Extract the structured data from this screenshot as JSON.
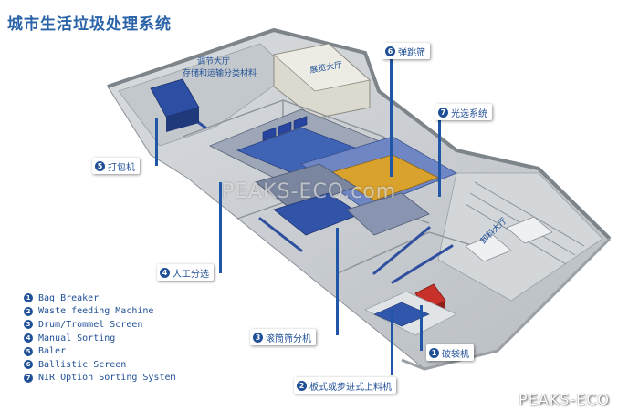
{
  "title": "城市生活垃圾处理系统",
  "zones": {
    "adjust_hall_line1": "调节大厅",
    "adjust_hall_line2": "存储和运输分类材料",
    "exhibition_hall": "展览大厅",
    "unloading_hall": "卸料大厅"
  },
  "callouts": [
    {
      "num": "6",
      "label": "弹跳筛"
    },
    {
      "num": "7",
      "label": "光选系统"
    },
    {
      "num": "5",
      "label": "打包机"
    },
    {
      "num": "4",
      "label": "人工分选"
    },
    {
      "num": "3",
      "label": "滚筒筛分机"
    },
    {
      "num": "1",
      "label": "破袋机"
    },
    {
      "num": "2",
      "label": "板式或步进式上料机"
    }
  ],
  "legend": [
    {
      "num": "1",
      "text": "Bag Breaker"
    },
    {
      "num": "2",
      "text": "Waste feeding Machine"
    },
    {
      "num": "3",
      "text": "Drum/Trommel Screen"
    },
    {
      "num": "4",
      "text": "Manual Sorting"
    },
    {
      "num": "5",
      "text": "Baler"
    },
    {
      "num": "6",
      "text": "Ballistic Screen"
    },
    {
      "num": "7",
      "text": "NIR Option Sorting System"
    }
  ],
  "watermark": "PEAKS-ECO.com",
  "brand": "PEAKS-ECO",
  "colors": {
    "title": "#2a63a8",
    "callout_text": "#1f4f96",
    "leader": "#1f56a6",
    "floor": "#cfd3d6",
    "walls": "#a7adb3"
  }
}
